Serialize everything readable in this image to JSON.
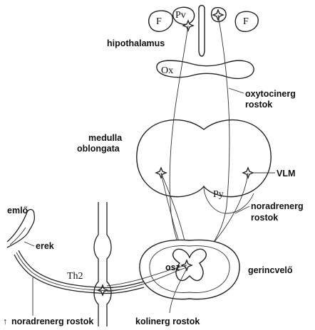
{
  "labels": {
    "f_left": "F",
    "pv": "Pv",
    "f_right": "F",
    "hypothalamus": "hipothalamus",
    "ox": "Ox",
    "oxytocin_1": "oxytocinerg",
    "oxytocin_2": "rostok",
    "medulla_1": "medulla",
    "medulla_2": "oblongata",
    "vlm": "VLM",
    "py": "Py",
    "noradren_1": "noradrenerg",
    "noradren_2": "rostok",
    "emlo": "emlő",
    "erek": "erek",
    "th2": "Th2",
    "osz": "osz",
    "gerincvelo": "gerincvelő",
    "bottom_noradren": "noradrenerg rostok",
    "bottom_kolinerg": "kolinerg rostok"
  }
}
